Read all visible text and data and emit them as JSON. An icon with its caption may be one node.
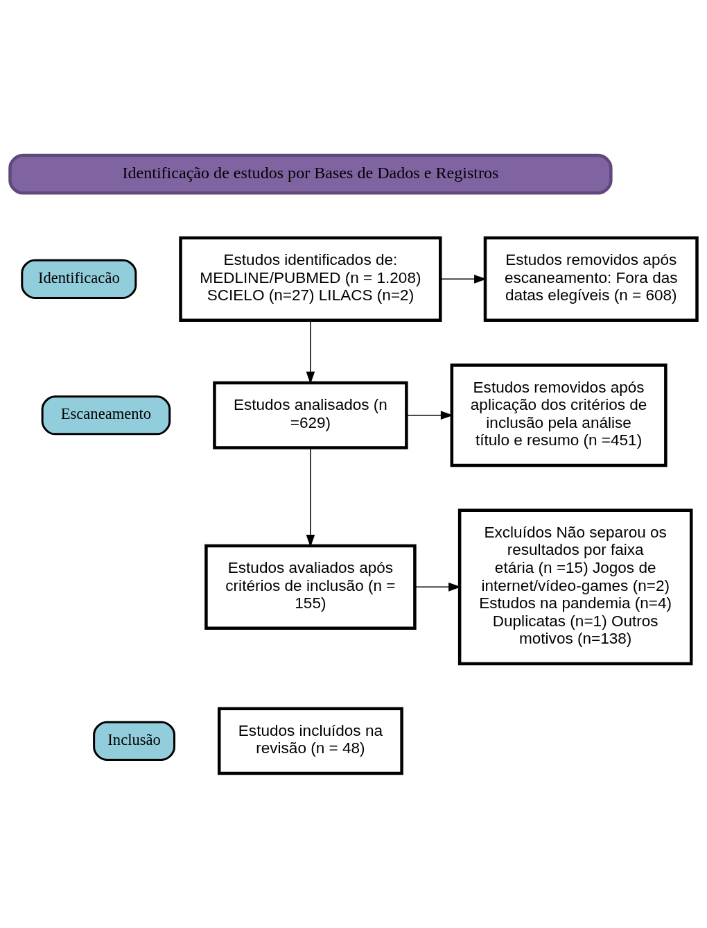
{
  "diagram": {
    "nodes": [
      {
        "text": [
          "Identificação de estudos por Bases de Dados e Registros"
        ]
      },
      {
        "text": [
          "Identificacão"
        ]
      },
      {
        "text": [
          "Estudos identificados de: MEDLINE/PUBMED (n = 1.208) SCIELO (n=27) LILACS (n=2)"
        ]
      },
      {
        "text": [
          "Estudos removidos após escaneamento: Fora das datas elegíveis (n = 608)"
        ]
      },
      {
        "text": [
          "Escaneamento"
        ]
      },
      {
        "text": [
          "Estudos analisados (n =629)"
        ]
      },
      {
        "text": [
          "Estudos removidos após aplicação dos critérios de inclusão pela análise título e resumo (n =451)"
        ]
      },
      {
        "text": [
          "Estudos avaliados após critérios de inclusão (n = 155)"
        ]
      },
      {
        "text": [
          "Excluídos Não separou os resultados por faixa etária (n =15) Jogos de internet/vídeo-games (n=2) Estudos na pandemia (n=4) Duplicatas (n=1) Outros motivos (n=138)"
        ]
      },
      {
        "text": [
          "Inclusão"
        ]
      },
      {
        "text": [
          "Estudos incluídos na revisão (n = 48)"
        ]
      }
    ],
    "edges": [
      {
        "from": 2,
        "to": 3,
        "arrow": "to"
      },
      {
        "from": 2,
        "to": 5,
        "arrow": "to"
      },
      {
        "from": 5,
        "to": 6,
        "arrow": "to"
      },
      {
        "from": 5,
        "to": 7,
        "arrow": "to"
      },
      {
        "from": 7,
        "to": 8,
        "arrow": "to"
      }
    ]
  }
}
